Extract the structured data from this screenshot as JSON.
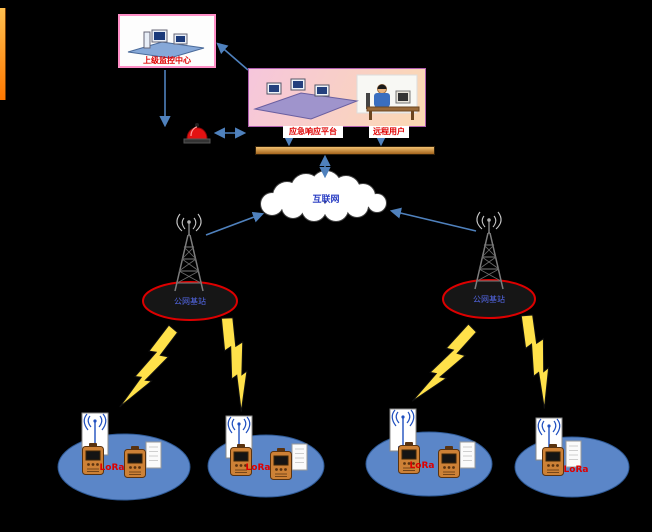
{
  "nodes": {
    "monitoring_center": {
      "label": "上级监控中心"
    },
    "platform": {
      "label": "应急响应平台"
    },
    "remote_user": {
      "label": "远程用户"
    },
    "internet": {
      "label": "互联网"
    },
    "base_stations": [
      {
        "label": "公网基站"
      },
      {
        "label": "公网基站"
      }
    ],
    "lora_groups": [
      {
        "label": "LoRa"
      },
      {
        "label": "LoRa"
      },
      {
        "label": "LoRa"
      },
      {
        "label": "LoRa"
      }
    ]
  },
  "colors": {
    "background": "#000000",
    "arrow_blue": "#4f81bd",
    "label_red": "#e00000",
    "monitoring_box_border": "#ff8fc7",
    "platform_box_border": "#b05fb0",
    "bus_bar_orange": "#c98a3a",
    "internet_label_blue": "#2b3fc4",
    "station_ellipse_border": "#dd0000",
    "station_label_blue": "#5468e8",
    "group_ellipse_blue": "#5b86c8",
    "lightning_yellow": "#ffe14a",
    "device_orange": "#cd8136",
    "siren_red": "#e31212"
  }
}
